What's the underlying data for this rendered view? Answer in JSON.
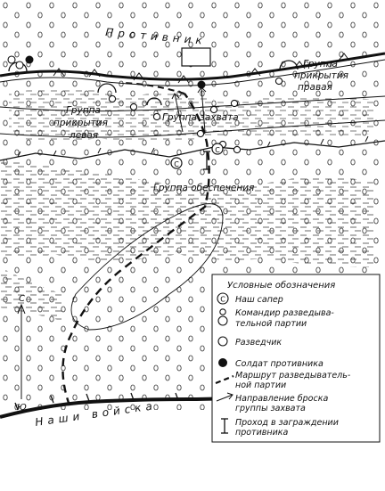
{
  "map": {
    "labels": {
      "enemy": "Противник",
      "cover_right_line1": "Группа",
      "cover_right_line2": "прикрытия",
      "cover_right_line3": "правая",
      "cover_left_line1": "Группа",
      "cover_left_line2": "прикрытия",
      "cover_left_line3": "левая",
      "capture_group": "Группа захвата",
      "support_group": "Группа обеспечения",
      "our_troops": "Наши войска",
      "north": "С",
      "south": "Ю"
    }
  },
  "legend": {
    "title": "Условные обозначения",
    "items": [
      {
        "symbol": "С",
        "lines": [
          "Наш сапер"
        ]
      },
      {
        "symbol": "",
        "lines": [
          "Командир разведыва-",
          "тельной партии"
        ]
      },
      {
        "symbol": "",
        "lines": [
          "Разведчик"
        ]
      },
      {
        "symbol": "",
        "lines": [
          "Солдат противника"
        ]
      },
      {
        "symbol": "",
        "lines": [
          "Маршрут разведыватель-",
          "ной партии"
        ]
      },
      {
        "symbol": "",
        "lines": [
          "Направление броска",
          "группы захвата"
        ]
      },
      {
        "symbol": "",
        "lines": [
          "Проход в заграждении",
          "противника"
        ]
      }
    ]
  }
}
